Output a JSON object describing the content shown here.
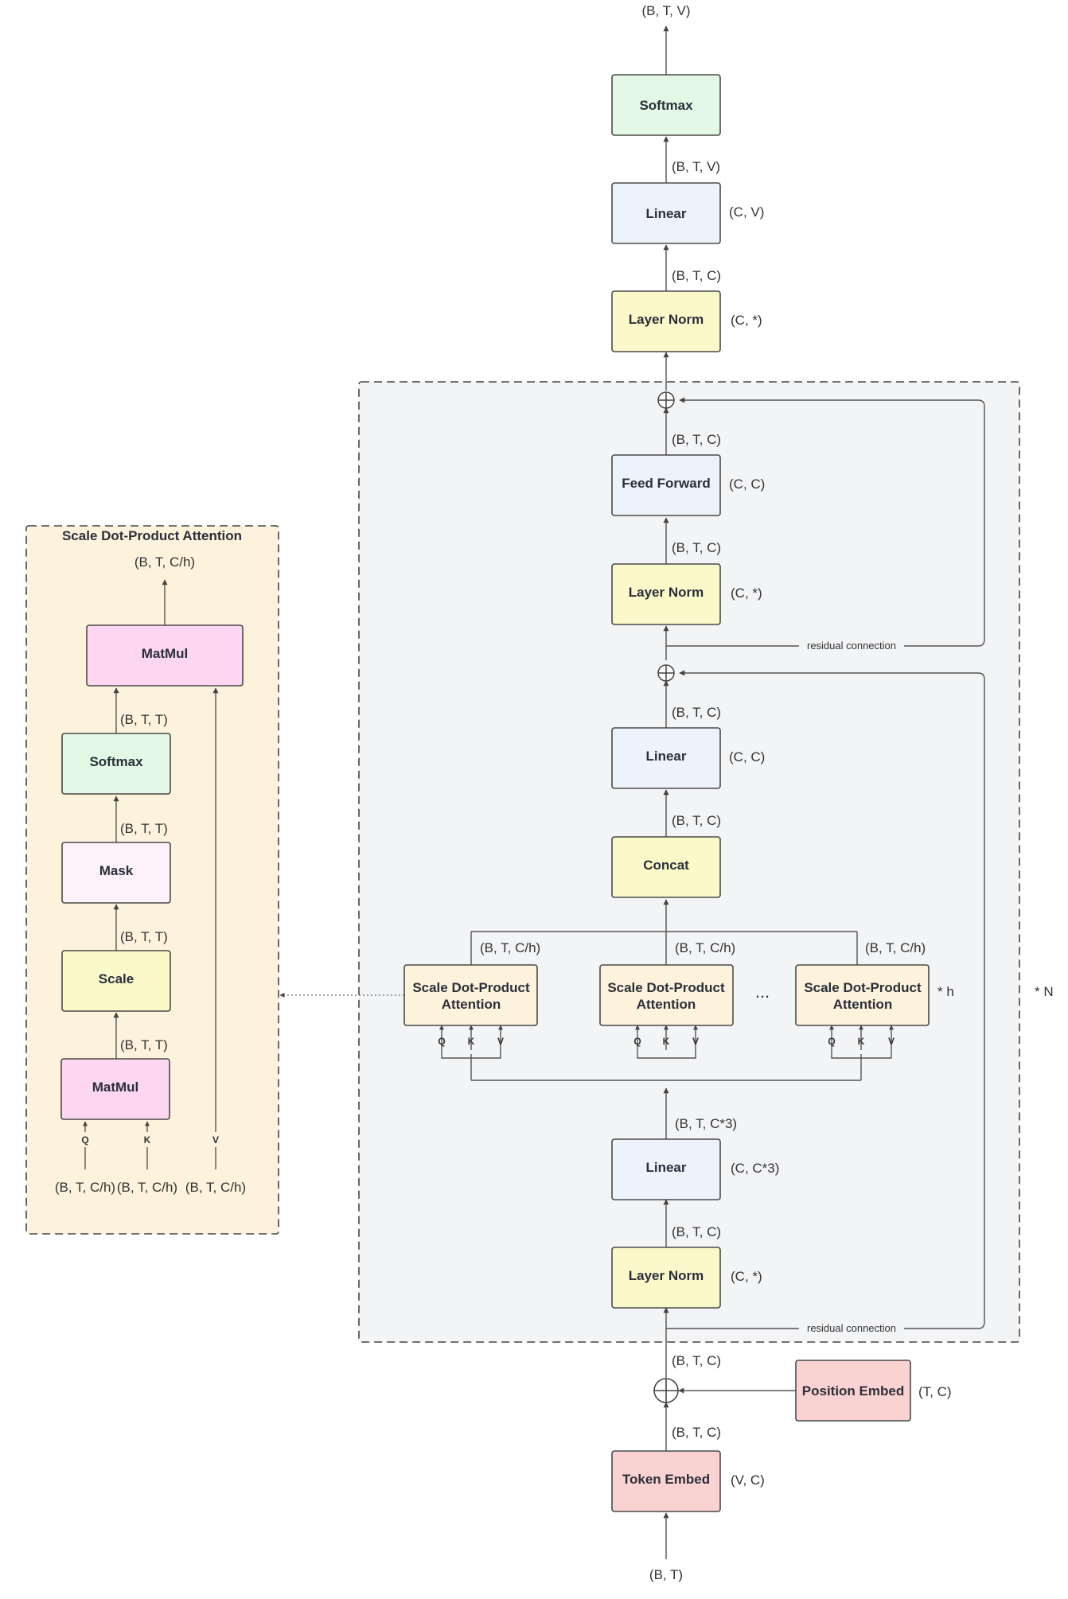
{
  "colors": {
    "green": "#e3f8e5",
    "blue": "#edf3fb",
    "yellow": "#fbf9c9",
    "pink": "#fdd7f1",
    "lightpink": "#fdf1fa",
    "orange": "#fdf2dc",
    "red": "#fbd2d2",
    "gray": "#f3f4f6",
    "cream": "#fdf2dc"
  },
  "main": {
    "output_dim": "(B, T, V)",
    "softmax": "Softmax",
    "softmax_in": "(B, T, V)",
    "linear_out": "Linear",
    "linear_out_param": "(C, V)",
    "ln_final_in": "(B, T, C)",
    "ln_final": "Layer Norm",
    "ln_final_param": "(C, *)",
    "block": {
      "ff_out": "(B, T, C)",
      "ff": "Feed Forward",
      "ff_param": "(C, C)",
      "ln2_out": "(B, T, C)",
      "ln2": "Layer Norm",
      "ln2_param": "(C, *)",
      "residual2": "residual connection",
      "proj_out": "(B, T, C)",
      "proj": "Linear",
      "proj_param": "(C, C)",
      "concat_out": "(B, T, C)",
      "concat": "Concat",
      "head_out_1": "(B, T, C/h)",
      "head_out_2": "(B, T, C/h)",
      "head_out_3": "(B, T, C/h)",
      "head_1": [
        "Scale Dot-Product",
        "Attention"
      ],
      "head_2": [
        "Scale Dot-Product",
        "Attention"
      ],
      "head_3": [
        "Scale Dot-Product",
        "Attention"
      ],
      "ellipsis": "...",
      "heads_count": "* h",
      "ports": [
        "Q",
        "K",
        "V"
      ],
      "qkv_out": "(B, T, C*3)",
      "qkv": "Linear",
      "qkv_param": "(C, C*3)",
      "ln1_out": "(B, T, C)",
      "ln1": "Layer Norm",
      "ln1_param": "(C, *)",
      "residual1": "residual connection",
      "repeat": "* N"
    },
    "sum_out": "(B, T, C)",
    "pos_embed": "Position Embed",
    "pos_embed_param": "(T, C)",
    "tok_out": "(B, T, C)",
    "tok_embed": "Token Embed",
    "tok_embed_param": "(V, C)",
    "input_dim": "(B, T)"
  },
  "attention": {
    "title": "Scale Dot-Product Attention",
    "output_dim": "(B, T, C/h)",
    "matmul_out": "MatMul",
    "softmax_out": "(B, T, T)",
    "softmax": "Softmax",
    "mask_out": "(B, T, T)",
    "mask": "Mask",
    "scale_out": "(B, T, T)",
    "scale": "Scale",
    "matmul_in_out": "(B, T, T)",
    "matmul_in": "MatMul",
    "ports": [
      "Q",
      "K",
      "V"
    ],
    "input_q": "(B, T, C/h)",
    "input_k": "(B, T, C/h)",
    "input_v": "(B, T, C/h)"
  }
}
